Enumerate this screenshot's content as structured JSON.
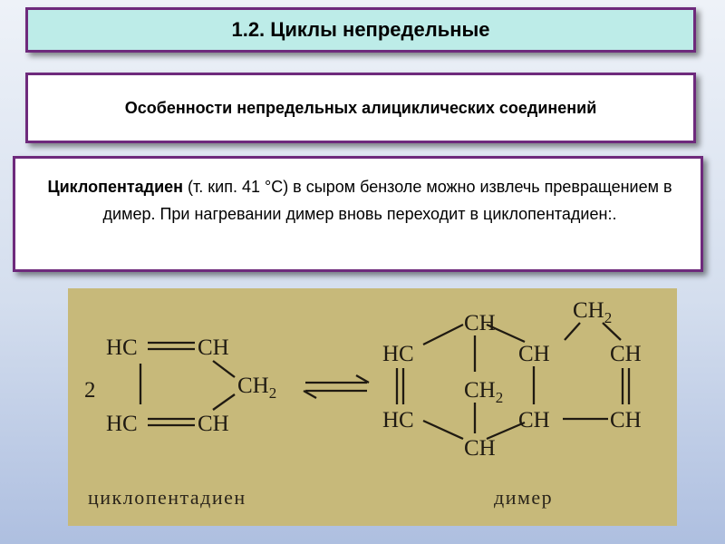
{
  "title": "1.2. Циклы непредельные",
  "subtitle": "Особенности непредельных алициклических соединений",
  "body": {
    "bold_term": "Циклопентадиен",
    "text": " (т. кип. 41 °С) в сыром  бензоле можно извлечь превращением в димер. При нагревании  димер вновь переходит в циклопентадиен:."
  },
  "diagram": {
    "coefficient": "2",
    "monomer": {
      "hc": "HC",
      "ch": "CH",
      "ch2_base": "CH",
      "ch2_sub": "2"
    },
    "dimer": {
      "ch": "CH",
      "hc": "HC",
      "ch2_base": "CH",
      "ch2_sub": "2"
    },
    "label_monomer": "циклопентадиен",
    "label_dimer": "димер",
    "background_color": "#c7b97a"
  }
}
